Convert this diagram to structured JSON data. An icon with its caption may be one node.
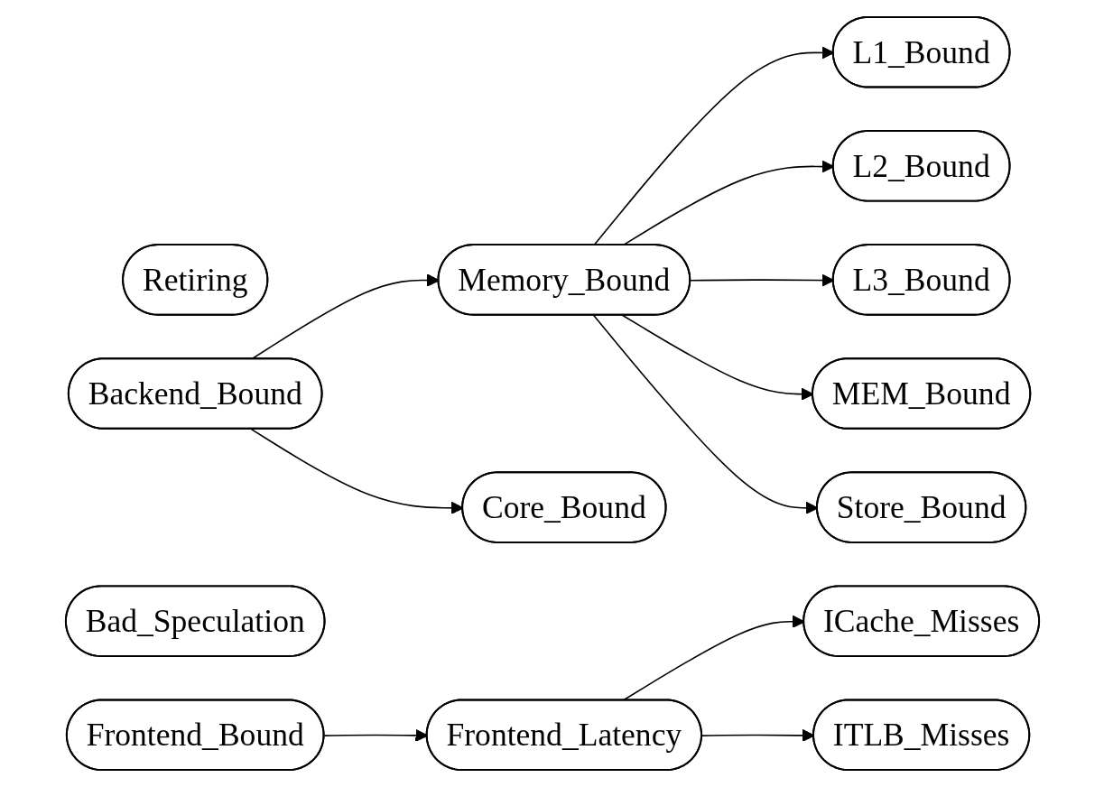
{
  "diagram": {
    "nodes": [
      {
        "text": [
          "Retiring"
        ]
      },
      {
        "text": [
          "Backend_Bound"
        ]
      },
      {
        "text": [
          "Memory_Bound"
        ]
      },
      {
        "text": [
          "Core_Bound"
        ]
      },
      {
        "text": [
          "L1_Bound"
        ]
      },
      {
        "text": [
          "L2_Bound"
        ]
      },
      {
        "text": [
          "L3_Bound"
        ]
      },
      {
        "text": [
          "MEM_Bound"
        ]
      },
      {
        "text": [
          "Store_Bound"
        ]
      },
      {
        "text": [
          "Bad_Speculation"
        ]
      },
      {
        "text": [
          "Frontend_Bound"
        ]
      },
      {
        "text": [
          "Frontend_Latency"
        ]
      },
      {
        "text": [
          "ICache_Misses"
        ]
      },
      {
        "text": [
          "ITLB_Misses"
        ]
      }
    ],
    "edges": [
      {
        "from": 1,
        "to": 2,
        "arrow": "to"
      },
      {
        "from": 1,
        "to": 3,
        "arrow": "to"
      },
      {
        "from": 2,
        "to": 4,
        "arrow": "to"
      },
      {
        "from": 2,
        "to": 5,
        "arrow": "to"
      },
      {
        "from": 2,
        "to": 6,
        "arrow": "to"
      },
      {
        "from": 2,
        "to": 7,
        "arrow": "to"
      },
      {
        "from": 2,
        "to": 8,
        "arrow": "to"
      },
      {
        "from": 10,
        "to": 11,
        "arrow": "to"
      },
      {
        "from": 11,
        "to": 12,
        "arrow": "to"
      },
      {
        "from": 11,
        "to": 13,
        "arrow": "to"
      }
    ]
  }
}
